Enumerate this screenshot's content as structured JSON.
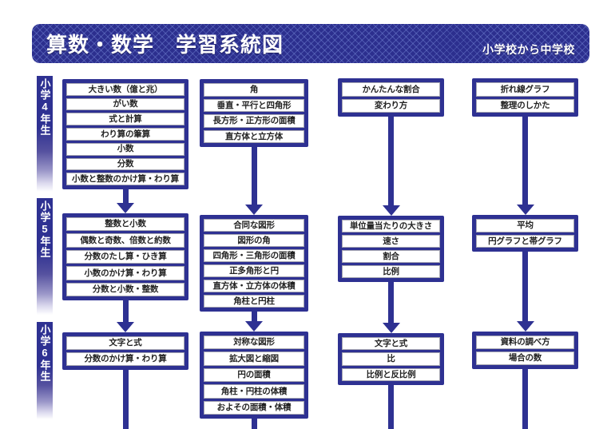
{
  "header": {
    "title": "算数・数学　学習系統図",
    "badge": "小学校から中学校"
  },
  "colors": {
    "navy": "#2e3192",
    "banner_hatch": "#8296e1",
    "box_border": "#a6a6b2",
    "box_text": "#222222"
  },
  "grades": [
    {
      "label": "小学4年生",
      "groups": [
        {
          "items": [
            "大きい数（億と兆）",
            "がい数",
            "式と計算",
            "わり算の筆算",
            "小数",
            "分数",
            "小数と整数のかけ算・わり算"
          ]
        },
        {
          "items": [
            "角",
            "垂直・平行と四角形",
            "長方形・正方形の面積",
            "直方体と立方体"
          ]
        },
        {
          "items": [
            "かんたんな割合",
            "変わり方"
          ]
        },
        {
          "items": [
            "折れ線グラフ",
            "整理のしかた"
          ]
        }
      ]
    },
    {
      "label": "小学5年生",
      "groups": [
        {
          "items": [
            "整数と小数",
            "偶数と奇数、倍数と約数",
            "分数のたし算・ひき算",
            "小数のかけ算・わり算",
            "分数と小数・整数"
          ]
        },
        {
          "items": [
            "合同な図形",
            "図形の角",
            "四角形・三角形の面積",
            "正多角形と円",
            "直方体・立方体の体積",
            "角柱と円柱"
          ]
        },
        {
          "items": [
            "単位量当たりの大きさ",
            "速さ",
            "割合",
            "比例"
          ]
        },
        {
          "items": [
            "平均",
            "円グラフと帯グラフ"
          ]
        }
      ]
    },
    {
      "label": "小学6年生",
      "groups": [
        {
          "items": [
            "文字と式",
            "分数のかけ算・わり算"
          ]
        },
        {
          "items": [
            "対称な図形",
            "拡大図と縮図",
            "円の面積",
            "角柱・円柱の体積",
            "およその面積・体積"
          ]
        },
        {
          "items": [
            "文字と式",
            "比",
            "比例と反比例"
          ]
        },
        {
          "items": [
            "資料の調べ方",
            "場合の数"
          ]
        }
      ]
    }
  ]
}
